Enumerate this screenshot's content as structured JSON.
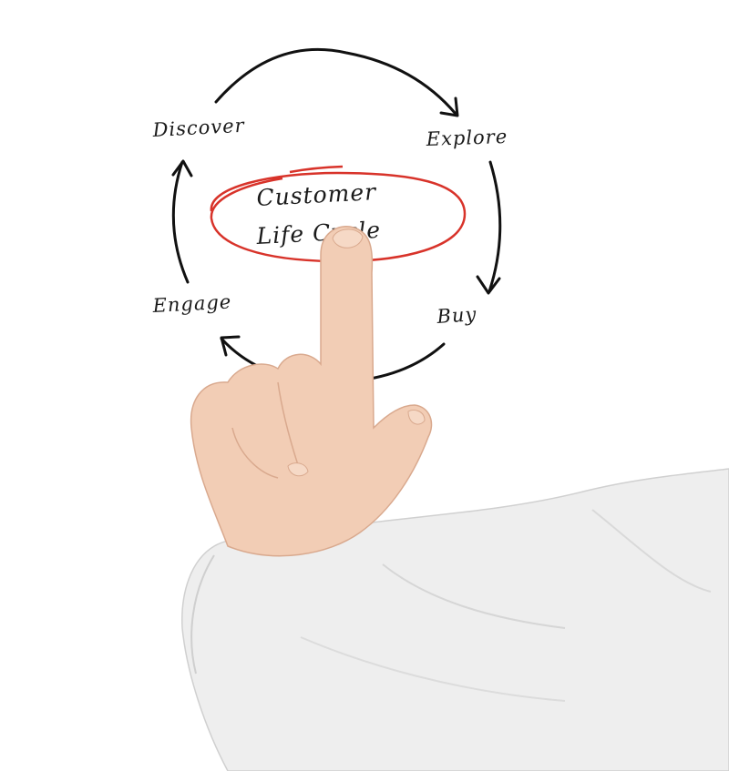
{
  "diagram": {
    "center": {
      "line1": "Customer",
      "line2": "Life Cycle"
    },
    "stages": [
      {
        "label": "Discover"
      },
      {
        "label": "Explore"
      },
      {
        "label": "Buy"
      },
      {
        "label": "Engage"
      }
    ]
  },
  "colors": {
    "ink": "#111111",
    "highlight": "#d8332a",
    "skin": "#f2cdb5",
    "sleeve": "#ececec"
  }
}
